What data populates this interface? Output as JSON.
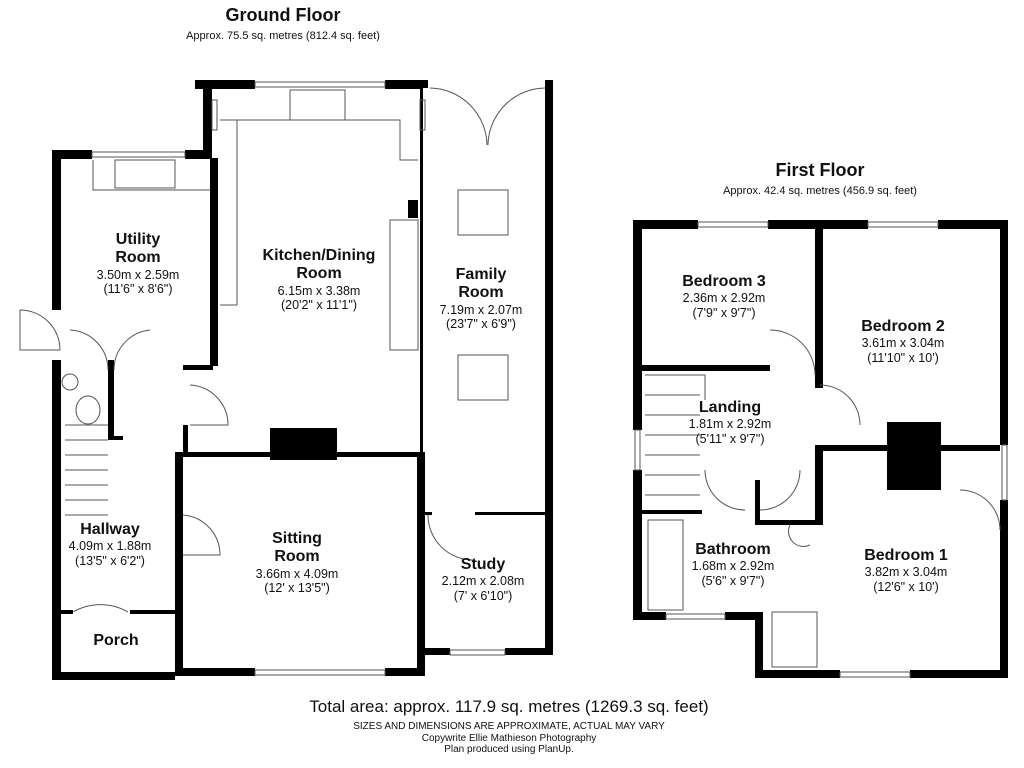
{
  "ground_floor": {
    "title": "Ground Floor",
    "area": "Approx. 75.5 sq. metres (812.4 sq. feet)",
    "rooms": [
      {
        "name": "Utility",
        "name2": "Room",
        "metric": "3.50m x 2.59m",
        "imperial": "(11'6\" x 8'6\")"
      },
      {
        "name": "Kitchen/Dining",
        "name2": "Room",
        "metric": "6.15m x 3.38m",
        "imperial": "(20'2\" x 11'1\")"
      },
      {
        "name": "Family",
        "name2": "Room",
        "metric": "7.19m x 2.07m",
        "imperial": "(23'7\" x 6'9\")"
      },
      {
        "name": "Hallway",
        "metric": "4.09m x 1.88m",
        "imperial": "(13'5\" x 6'2\")"
      },
      {
        "name": "Sitting",
        "name2": "Room",
        "metric": "3.66m x 4.09m",
        "imperial": "(12' x 13'5\")"
      },
      {
        "name": "Study",
        "metric": "2.12m x 2.08m",
        "imperial": "(7' x 6'10\")"
      },
      {
        "name": "Porch"
      }
    ]
  },
  "first_floor": {
    "title": "First Floor",
    "area": "Approx. 42.4 sq. metres (456.9 sq. feet)",
    "rooms": [
      {
        "name": "Bedroom 3",
        "metric": "2.36m x 2.92m",
        "imperial": "(7'9\" x 9'7\")"
      },
      {
        "name": "Bedroom 2",
        "metric": "3.61m x 3.04m",
        "imperial": "(11'10\" x 10')"
      },
      {
        "name": "Landing",
        "metric": "1.81m x 2.92m",
        "imperial": "(5'11\" x 9'7\")"
      },
      {
        "name": "Bathroom",
        "metric": "1.68m x 2.92m",
        "imperial": "(5'6\" x 9'7\")"
      },
      {
        "name": "Bedroom 1",
        "metric": "3.82m x 3.04m",
        "imperial": "(12'6\" x 10')"
      }
    ]
  },
  "footer": {
    "total": "Total area: approx. 117.9 sq. metres (1269.3 sq. feet)",
    "disclaimer": "SIZES AND DIMENSIONS ARE APPROXIMATE, ACTUAL MAY VARY",
    "copyright": "Copywrite Ellie Mathieson Photography",
    "produced": "Plan produced using PlanUp."
  }
}
